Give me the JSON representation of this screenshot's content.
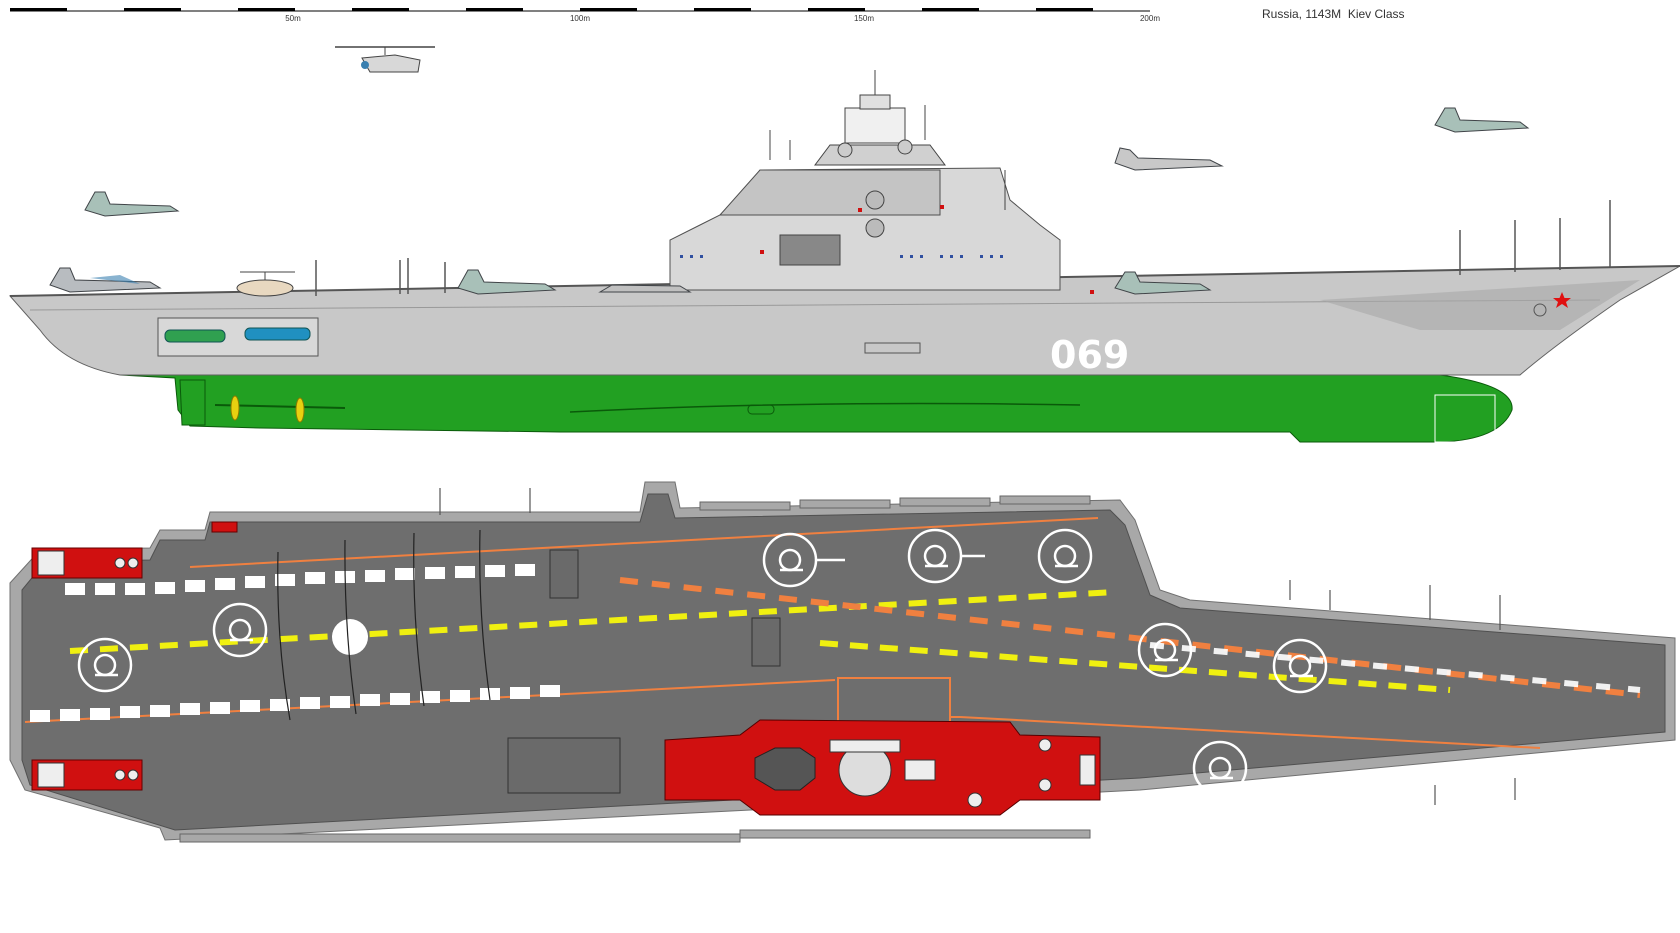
{
  "title": "Russia, 1143M  Kiev Class",
  "scale_bar": {
    "labels": [
      "50m",
      "100m",
      "150m",
      "200m"
    ]
  },
  "hull_number": "069",
  "colors": {
    "hull_grey": "#c8c8c8",
    "hull_dark": "#9a9a9a",
    "underwater_green": "#22a022",
    "deck_grey": "#6e6e6e",
    "deck_edge": "#a8a8a8",
    "superstructure_red": "#d01010",
    "marking_white": "#ffffff",
    "marking_yellow": "#f0f010",
    "marking_orange": "#f08040",
    "propeller_yellow": "#e8d010",
    "star_red": "#e01010"
  },
  "icons": {
    "helicopter": "helicopter-icon",
    "jet": "jet-aircraft-icon",
    "helipad": "helipad-marking-icon",
    "star": "red-star-icon"
  }
}
